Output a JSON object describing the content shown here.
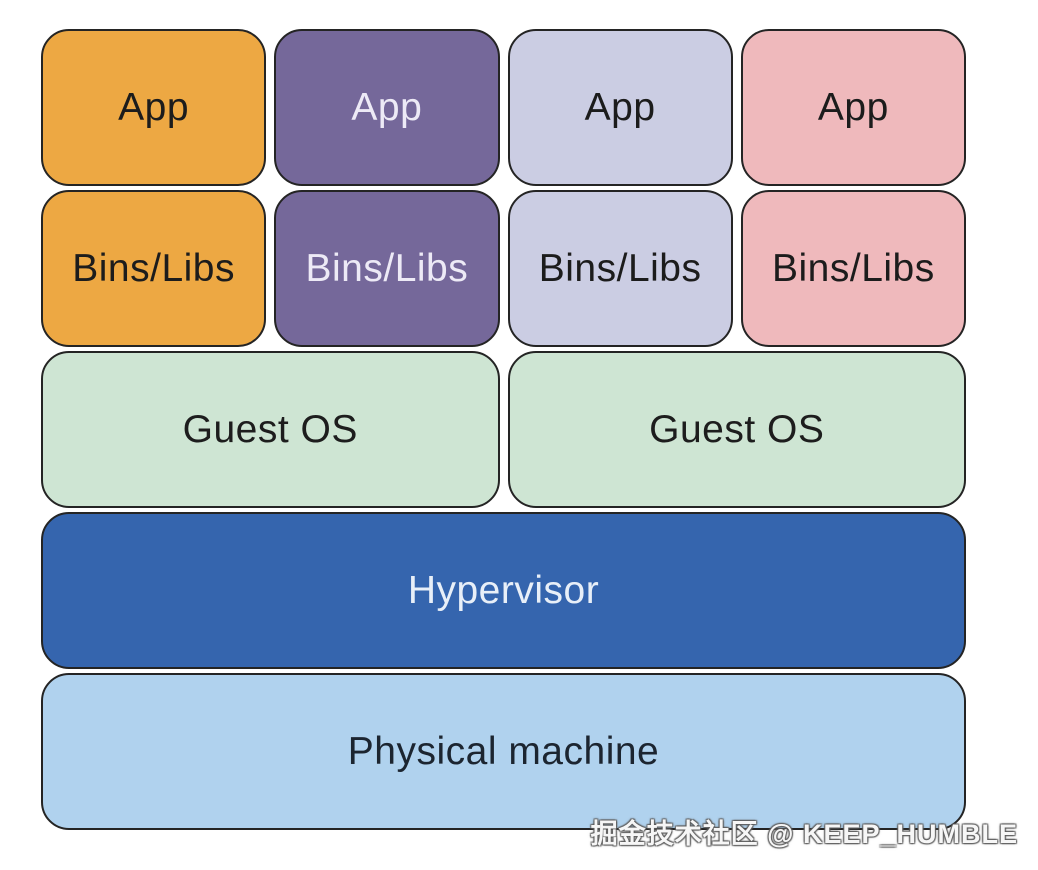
{
  "diagram": {
    "name": "hypervisor-virtualization-stack",
    "border_color": "#242424",
    "columns": [
      {
        "app_label": "App",
        "bins_label": "Bins/Libs",
        "color": "#EDA843",
        "text_color": "#1C1C1C"
      },
      {
        "app_label": "App",
        "bins_label": "Bins/Libs",
        "color": "#75689A",
        "text_color": "#EDEAF6"
      },
      {
        "app_label": "App",
        "bins_label": "Bins/Libs",
        "color": "#CBCDE3",
        "text_color": "#1C1C1C"
      },
      {
        "app_label": "App",
        "bins_label": "Bins/Libs",
        "color": "#EFB9BC",
        "text_color": "#1C1C1C"
      }
    ],
    "guest_os": [
      {
        "label": "Guest OS",
        "color": "#CEE5D3",
        "text_color": "#1D1D1D"
      },
      {
        "label": "Guest OS",
        "color": "#CEE5D3",
        "text_color": "#1D1D1D"
      }
    ],
    "hypervisor": {
      "label": "Hypervisor",
      "color": "#3565AE",
      "text_color": "#E8EFF8"
    },
    "physical_machine": {
      "label": "Physical machine",
      "color": "#B0D2EE",
      "text_color": "#1C2530"
    }
  },
  "watermark": {
    "text": "掘金技术社区 @ KEEP_HUMBLE"
  }
}
